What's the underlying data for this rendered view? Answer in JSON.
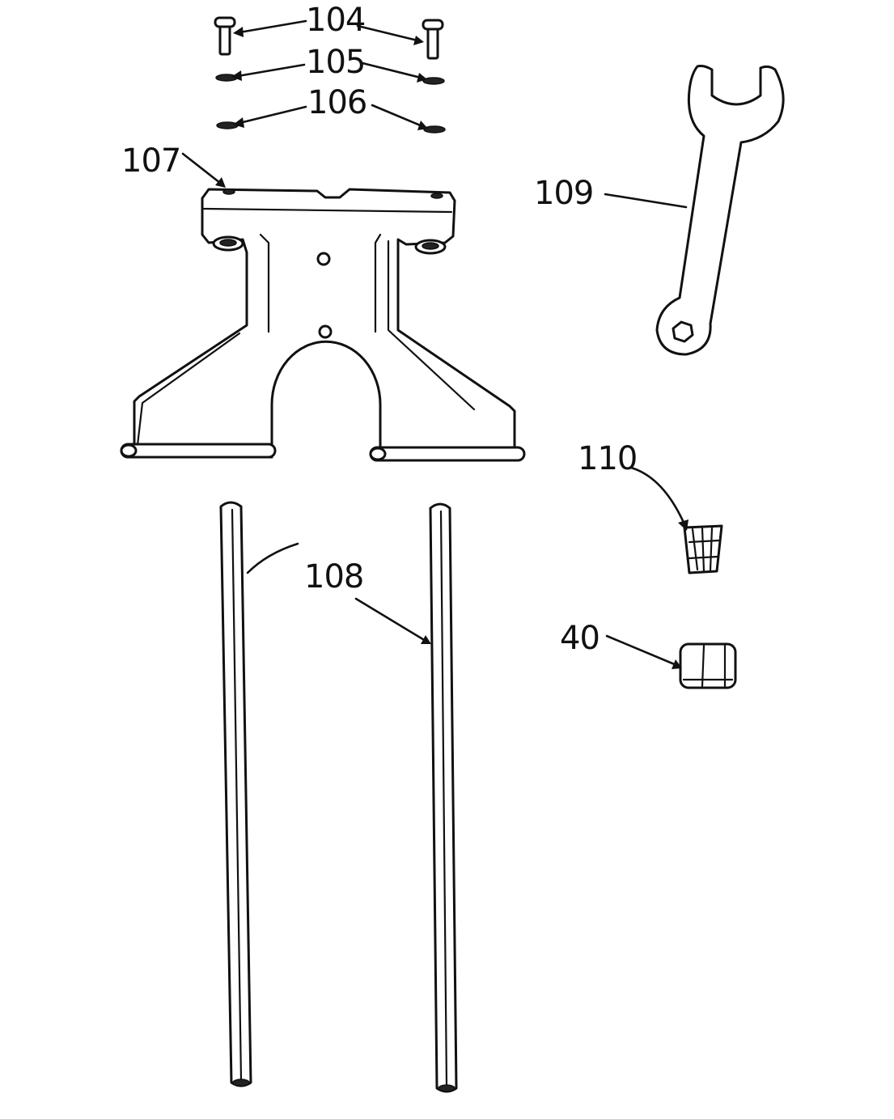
{
  "figure": {
    "labels": {
      "ref_104": "104",
      "ref_105": "105",
      "ref_106": "106",
      "ref_107": "107",
      "ref_108": "108",
      "ref_109": "109",
      "ref_110": "110",
      "ref_40": "40"
    },
    "parts": {
      "104": "screw",
      "105": "lock-washer",
      "106": "washer",
      "107": "sub-base",
      "108": "guide-rod",
      "109": "wrench",
      "110": "collet",
      "40": "collet-nut"
    },
    "colors": {
      "ink": "#111111",
      "paper": "#ffffff"
    }
  }
}
